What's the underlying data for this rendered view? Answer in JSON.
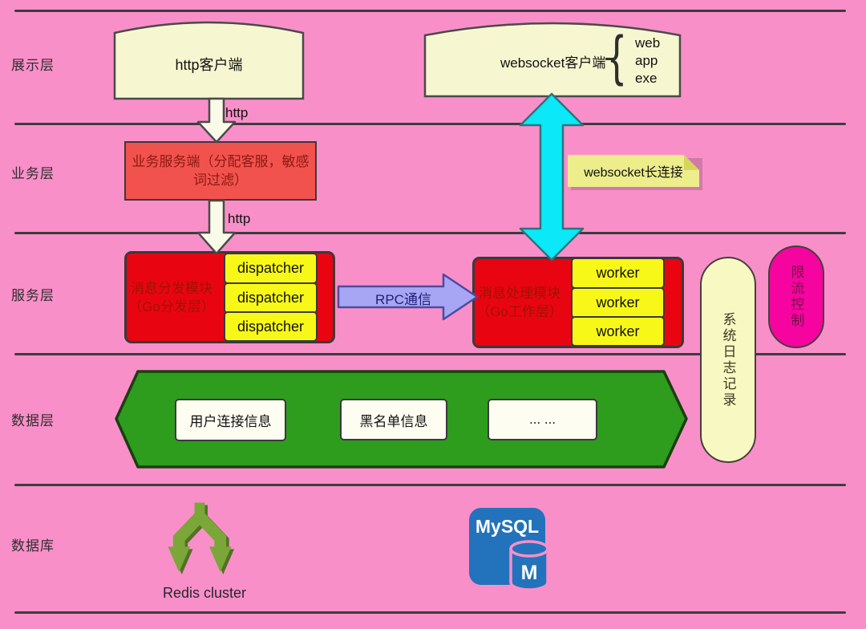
{
  "colors": {
    "background": "#F98FC9",
    "layer_line": "#3D3D3D",
    "client_card_fill": "#F6F6D0",
    "client_card_stroke": "#4A4A4A",
    "business_box_fill": "#F2524E",
    "module_box_fill": "#E80511",
    "module_title_text": "#A01205",
    "yellow_box_fill": "#F8F818",
    "white_arrow_fill": "#FAFAE8",
    "cyan_arrow_fill": "#0BE8F8",
    "rpc_arrow_fill": "#A6A6F5",
    "note_fill": "#EDED8C",
    "log_pill_fill": "#F8F8C2",
    "rate_pill_fill": "#F504A0",
    "hexagon_fill": "#2E9C1C",
    "item_box_fill": "#FDFDF2",
    "redis_green": "#7AA737",
    "mysql_blue": "#2273BB"
  },
  "layer_labels": {
    "items": [
      "展示层",
      "业务层",
      "服务层",
      "数据层",
      "数据库"
    ]
  },
  "clients": {
    "http_client": "http客户端",
    "websocket_client": "websocket客户端",
    "client_types": [
      "web",
      "app",
      "exe"
    ],
    "brace": "{"
  },
  "conn": {
    "http_1": "http",
    "http_2": "http",
    "rpc": "RPC通信",
    "note": "websocket长连接"
  },
  "biz": {
    "server": "业务服务端（分配客服，敏感词过滤）"
  },
  "svc": {
    "dispatch_module": "消息分发模块（Go分发层）",
    "dispatchers": [
      "dispatcher",
      "dispatcher",
      "dispatcher"
    ],
    "process_module": "消息处理模块（Go工作层）",
    "workers": [
      "worker",
      "worker",
      "worker"
    ],
    "system_log": "系统日志记录",
    "rate_limit": "限流控制"
  },
  "data_items": {
    "items": [
      "用户连接信息",
      "黑名单信息",
      "... ..."
    ]
  },
  "db": {
    "redis": "Redis cluster",
    "mysql": "MySQL",
    "mysql_m": "M"
  }
}
